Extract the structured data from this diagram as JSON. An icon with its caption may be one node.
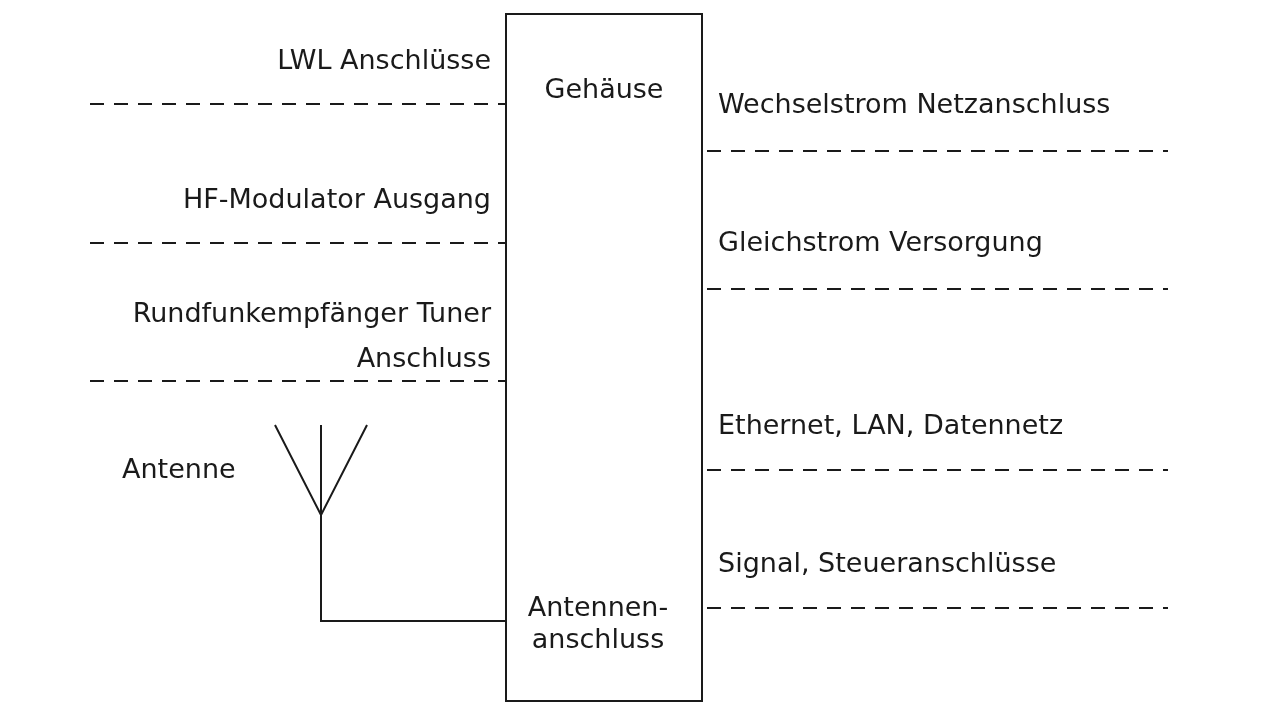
{
  "diagram": {
    "nodes": [
      {
        "text": [
          "Gehäuse"
        ]
      },
      {
        "text": [],
        "shape": "antenna",
        "beside": [
          "Antenne"
        ]
      },
      {
        "text": [
          "Antennen- anschluss"
        ],
        "in": 0
      }
    ],
    "edges": [
      {
        "from": null,
        "to": 0,
        "arrow": "none",
        "style": "dashed",
        "label": "LWL Anschlüsse"
      },
      {
        "from": 0,
        "to": null,
        "arrow": "none",
        "style": "dashed",
        "label": "Wechselstrom Netzanschluss"
      },
      {
        "from": null,
        "to": 0,
        "arrow": "none",
        "style": "dashed",
        "label": "HF-Modulator Ausgang"
      },
      {
        "from": 0,
        "to": null,
        "arrow": "none",
        "style": "dashed",
        "label": "Gleichstrom Versorgung"
      },
      {
        "from": null,
        "to": 0,
        "arrow": "none",
        "style": "dashed",
        "label": "Rundfunkempfänger Tuner Anschluss"
      },
      {
        "from": 0,
        "to": null,
        "arrow": "none",
        "style": "dashed",
        "label": "Ethernet, LAN, Datennetz"
      },
      {
        "from": 1,
        "to": 2,
        "arrow": "none"
      },
      {
        "from": 0,
        "to": null,
        "arrow": "none",
        "style": "dashed",
        "label": "Signal, Steueranschlüsse"
      }
    ]
  }
}
